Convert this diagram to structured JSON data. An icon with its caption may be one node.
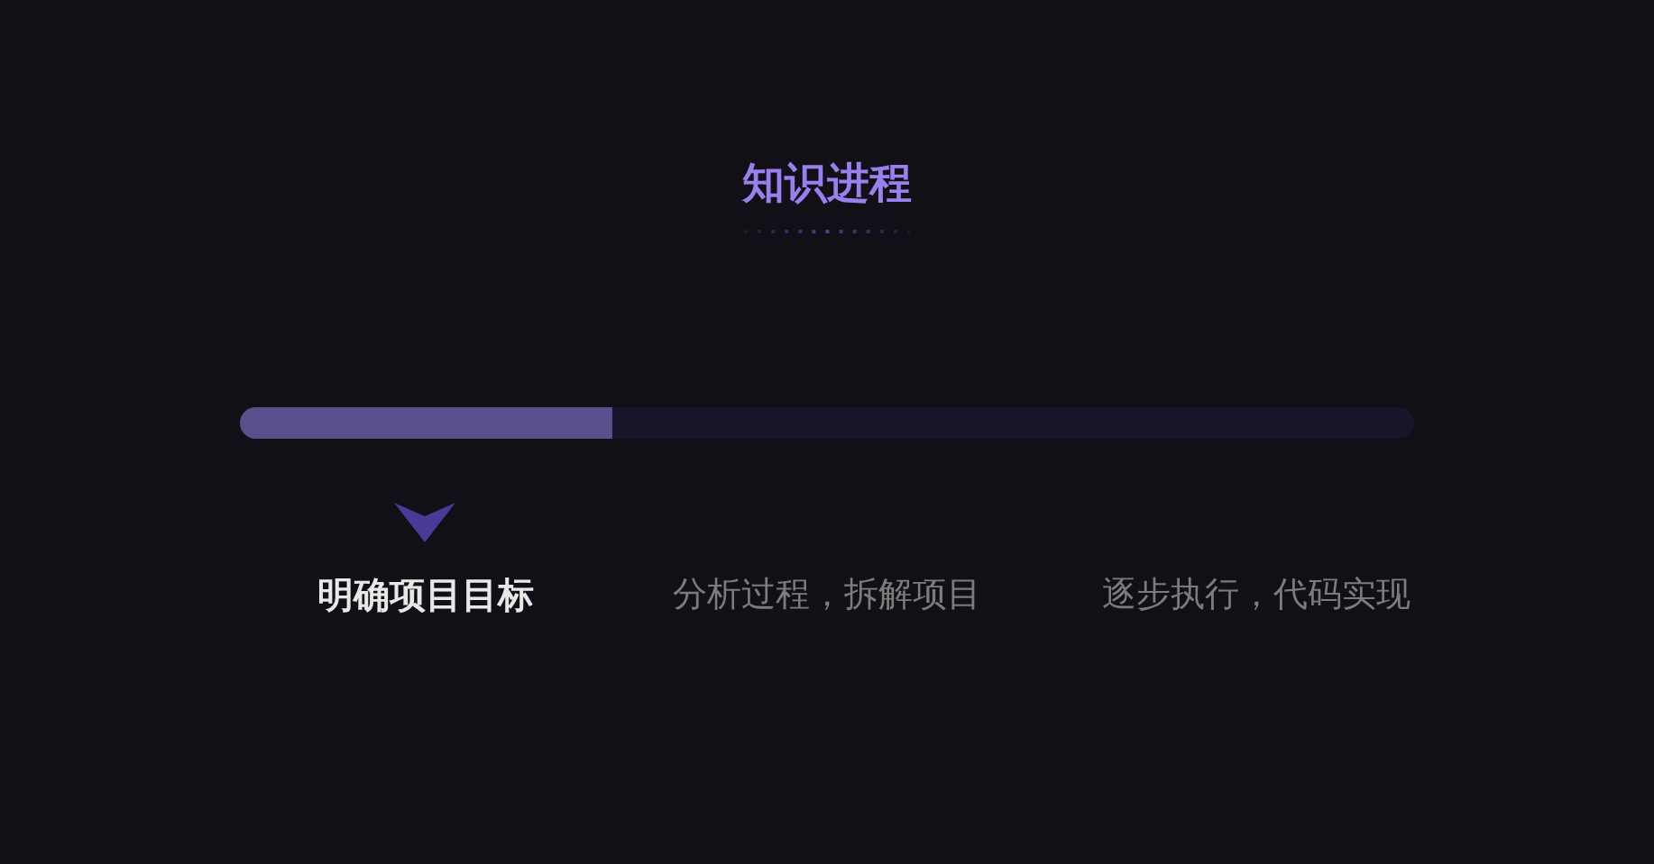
{
  "diagram": {
    "title": "知识进程",
    "labels": [
      "明确项目目标",
      "分析过程，拆解项目",
      "逐步执行，代码实现"
    ]
  }
}
